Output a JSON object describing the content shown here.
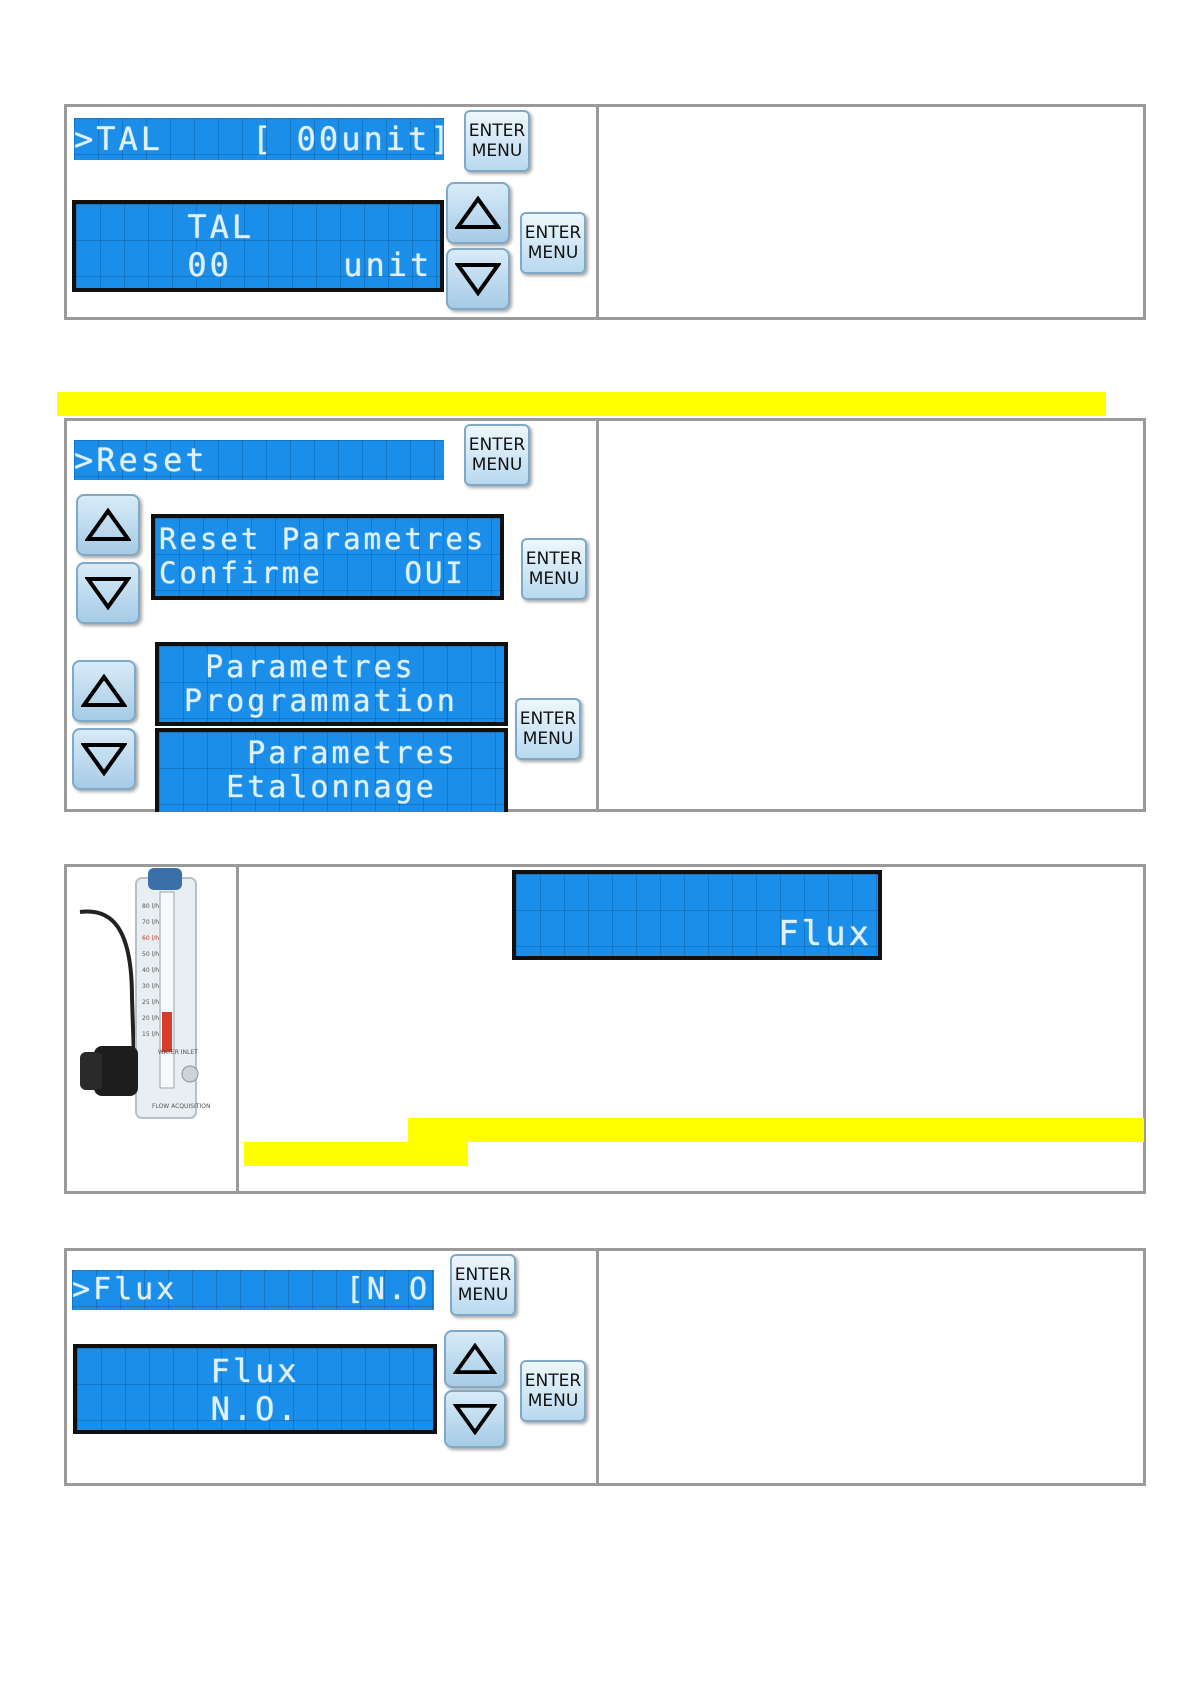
{
  "buttons": {
    "enter": "ENTER",
    "menu": "MENU"
  },
  "section_tal": {
    "header_lcd": ">TAL    [ 00unit]",
    "detail_line1": "     TAL",
    "detail_line2": "     00     unit"
  },
  "section_reset": {
    "header_lcd": ">Reset",
    "confirm_line1": "Reset Parametres",
    "confirm_line2": "Confirme    OUI",
    "prog_line1": "  Parametres",
    "prog_line2": " Programmation",
    "etal_line1": "    Parametres",
    "etal_line2": "   Etalonnage"
  },
  "section_flowmeter": {
    "lcd_line1": "",
    "lcd_line2": "           Flux",
    "scale_labels": [
      "80 l/h",
      "70 l/h",
      "60 l/h",
      "50 l/h",
      "40 l/h",
      "30 l/h",
      "25 l/h",
      "20 l/h",
      "15 l/h"
    ],
    "inlet_label": "WATER INLET",
    "brand_label": "FLOW ACQUISITION"
  },
  "section_flux": {
    "header_lcd": ">Flux        [N.O.]",
    "detail_line1": "      Flux",
    "detail_line2": "      N.O."
  },
  "colors": {
    "lcd": "#1a8ee8",
    "highlight": "#ffff00",
    "border": "#9a9a9a"
  }
}
